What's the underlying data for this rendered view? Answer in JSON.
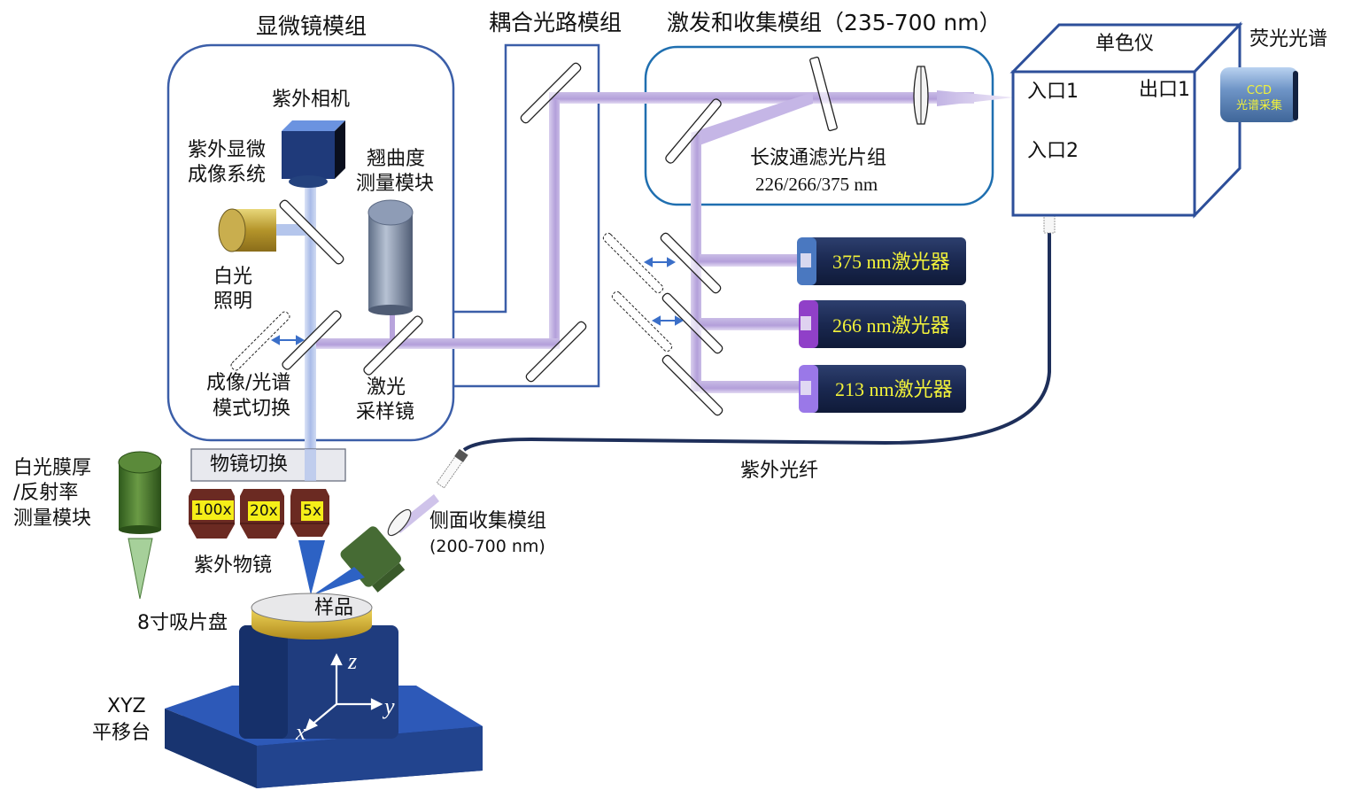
{
  "modules": {
    "microscope": {
      "title": "显微镜模组",
      "uv_camera": "紫外相机",
      "imaging_system": [
        "紫外显微",
        "成像系统"
      ],
      "warpage_module": [
        "翘曲度",
        "测量模块"
      ],
      "white_light": [
        "白光",
        "照明"
      ],
      "mode_switch": [
        "成像/光谱",
        "模式切换"
      ],
      "laser_sampling_mirror": [
        "激光",
        "采样镜"
      ]
    },
    "coupling": {
      "title": "耦合光路模组"
    },
    "excitation": {
      "title": "激发和收集模组（235-700 nm）",
      "filter_set": "长波通滤光片组",
      "filter_wavelengths": "226/266/375 nm"
    },
    "monochromator": {
      "title": "单色仪",
      "entrance1": "入口1",
      "exit1": "出口1",
      "entrance2": "入口2"
    },
    "fluorescence": {
      "title": "荧光光谱",
      "ccd_line1": "CCD",
      "ccd_line2": "光谱采集"
    },
    "lasers": [
      {
        "label": "375 nm激光器",
        "end_color": "#4a78c0"
      },
      {
        "label": "266 nm激光器",
        "end_color": "#9040c8"
      },
      {
        "label": "213 nm激光器",
        "end_color": "#9a78e8"
      }
    ],
    "objectives": {
      "switch_label": "物镜切换",
      "magnifications": [
        "100x",
        "20x",
        "5x"
      ],
      "caption": "紫外物镜"
    },
    "film_module": [
      "白光膜厚",
      "/反射率",
      "测量模块"
    ],
    "chuck": "8寸吸片盘",
    "sample": "样品",
    "stage": [
      "XYZ",
      "平移台"
    ],
    "stage_axes": {
      "x": "x",
      "y": "y",
      "z": "z"
    },
    "side_collection": [
      "侧面收集模组",
      "(200-700 nm)"
    ],
    "fiber": "紫外光纤"
  },
  "colors": {
    "frame_blue": "#3b5ea8",
    "frame_blue_bright": "#1f6fb0",
    "beam_purple": "#b7a6dc",
    "beam_blue": "#b5c6ec",
    "laser_body": "#1d2d55",
    "stage_blue": "#2a4fa0",
    "objective_brown": "#6b2a22",
    "label_yellow": "#f5ee18"
  }
}
